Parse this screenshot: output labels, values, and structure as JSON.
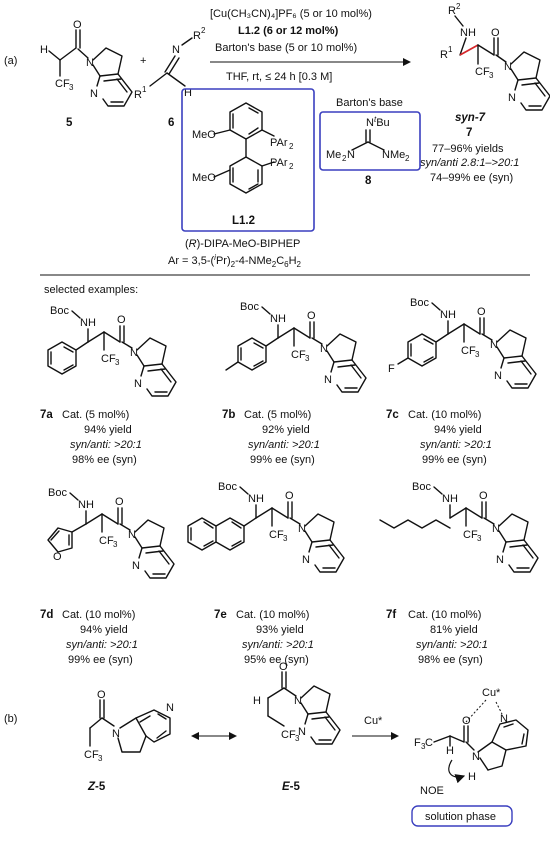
{
  "panel_a": "(a)",
  "panel_b": "(b)",
  "reagents": {
    "line1": "[Cu(CH₃CN)₄]PF₆ (5 or 10 mol%)",
    "line2": "L1.2 (6 or 12 mol%)",
    "line3": "Barton's base (5 or 10 mol%)",
    "line4": "THF, rt, ≤ 24 h  [0.3 M]"
  },
  "compounds": {
    "c5": "5",
    "c6": "6",
    "c7": "7",
    "syn7": "syn-7",
    "L12": "L1.2",
    "c8": "8"
  },
  "labels": {
    "ligand_name": "(R)-DIPA-MeO-BIPHEP",
    "ar_def": "Ar = 3,5-(iPr)2-4-NMe2C6H2",
    "barton": "Barton's base",
    "selected": "selected examples:",
    "plus": "+"
  },
  "product_summary": {
    "yield": "77–96% yields",
    "dr": "syn/anti 2.8:1–>20:1",
    "ee": "74–99% ee (syn)"
  },
  "examples": [
    {
      "id": "7a",
      "cat": "Cat. (5 mol%)",
      "yield": "94% yield",
      "dr": "syn/anti: >20:1",
      "ee": "98% ee (syn)"
    },
    {
      "id": "7b",
      "cat": "Cat. (5 mol%)",
      "yield": "92% yield",
      "dr": "syn/anti: >20:1",
      "ee": "99% ee (syn)"
    },
    {
      "id": "7c",
      "cat": "Cat. (10 mol%)",
      "yield": "94% yield",
      "dr": "syn/anti: >20:1",
      "ee": "99% ee (syn)"
    },
    {
      "id": "7d",
      "cat": "Cat. (10 mol%)",
      "yield": "94% yield",
      "dr": "syn/anti: >20:1",
      "ee": "99% ee (syn)"
    },
    {
      "id": "7e",
      "cat": "Cat. (10 mol%)",
      "yield": "93% yield",
      "dr": "syn/anti: >20:1",
      "ee": "95% ee (syn)"
    },
    {
      "id": "7f",
      "cat": "Cat. (10 mol%)",
      "yield": "81% yield",
      "dr": "syn/anti: >20:1",
      "ee": "98% ee (syn)"
    }
  ],
  "atoms": {
    "N": "N",
    "O": "O",
    "H": "H",
    "F": "F",
    "CF3": "CF3",
    "Boc": "Boc",
    "NH": "NH",
    "R1": "R1",
    "R2": "R2",
    "MeO": "MeO",
    "PAr2": "PAr2",
    "tBu": "NtBu",
    "Me2N": "Me2N",
    "NMe2": "NMe2",
    "Cu": "Cu*",
    "NOE": "NOE"
  },
  "part_b": {
    "z5": "Z-5",
    "e5": "E-5",
    "cu_arrow": "Cu*",
    "noe": "NOE",
    "phase": "solution phase"
  }
}
